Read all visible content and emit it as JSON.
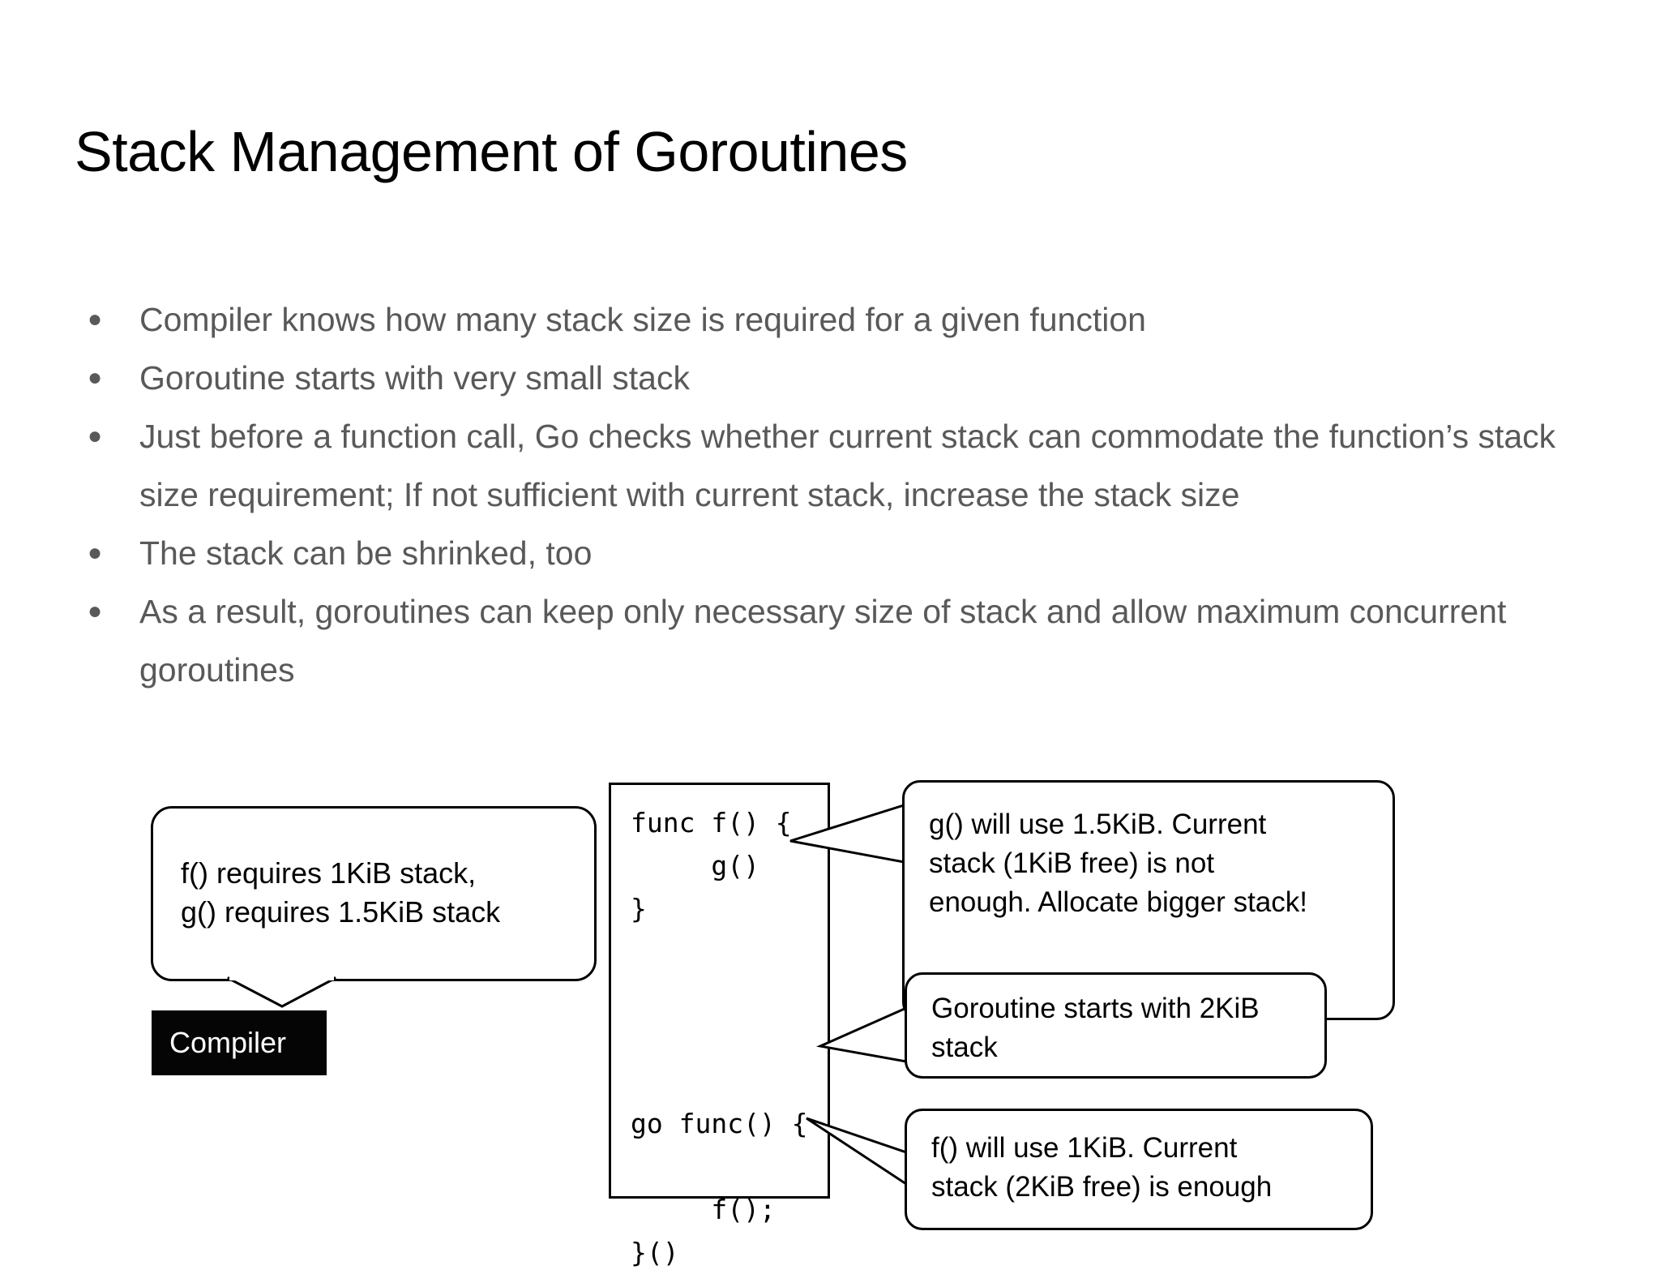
{
  "slide": {
    "title": "Stack Management of Goroutines",
    "background_color": "#ffffff",
    "title_color": "#000000",
    "body_text_color": "#595959"
  },
  "bullets": [
    {
      "marker": "●",
      "text": "Compiler knows how many stack size is required for a given function"
    },
    {
      "marker": "●",
      "text": "Goroutine starts with very small stack"
    },
    {
      "marker": "●",
      "text": "Just before a function call, Go checks whether current stack can commodate the function’s stack size requirement; If not sufficient with current stack, increase the stack size"
    },
    {
      "marker": "●",
      "text": "The stack can be shrinked, too"
    },
    {
      "marker": "●",
      "text": "As a result, goroutines can keep only necessary size of stack and allow maximum concurrent goroutines"
    }
  ],
  "diagram": {
    "compiler_bubble": {
      "text": "f() requires 1KiB stack,\ng() requires 1.5KiB stack"
    },
    "compiler_box": {
      "label": "Compiler",
      "background_color": "#050505",
      "text_color": "#ffffff"
    },
    "code_box": {
      "code": "func f() {\n     g()\n}\n\n\n\n\ngo func() {\n\n     f();\n}()"
    },
    "callouts": [
      {
        "id": "callout-g",
        "text": "g() will use 1.5KiB. Current\nstack (1KiB free) is not\nenough. Allocate bigger stack!"
      },
      {
        "id": "callout-goroutine",
        "text": "Goroutine starts with 2KiB\nstack"
      },
      {
        "id": "callout-f",
        "text": "f() will use 1KiB. Current\nstack (2KiB free) is enough"
      }
    ]
  }
}
